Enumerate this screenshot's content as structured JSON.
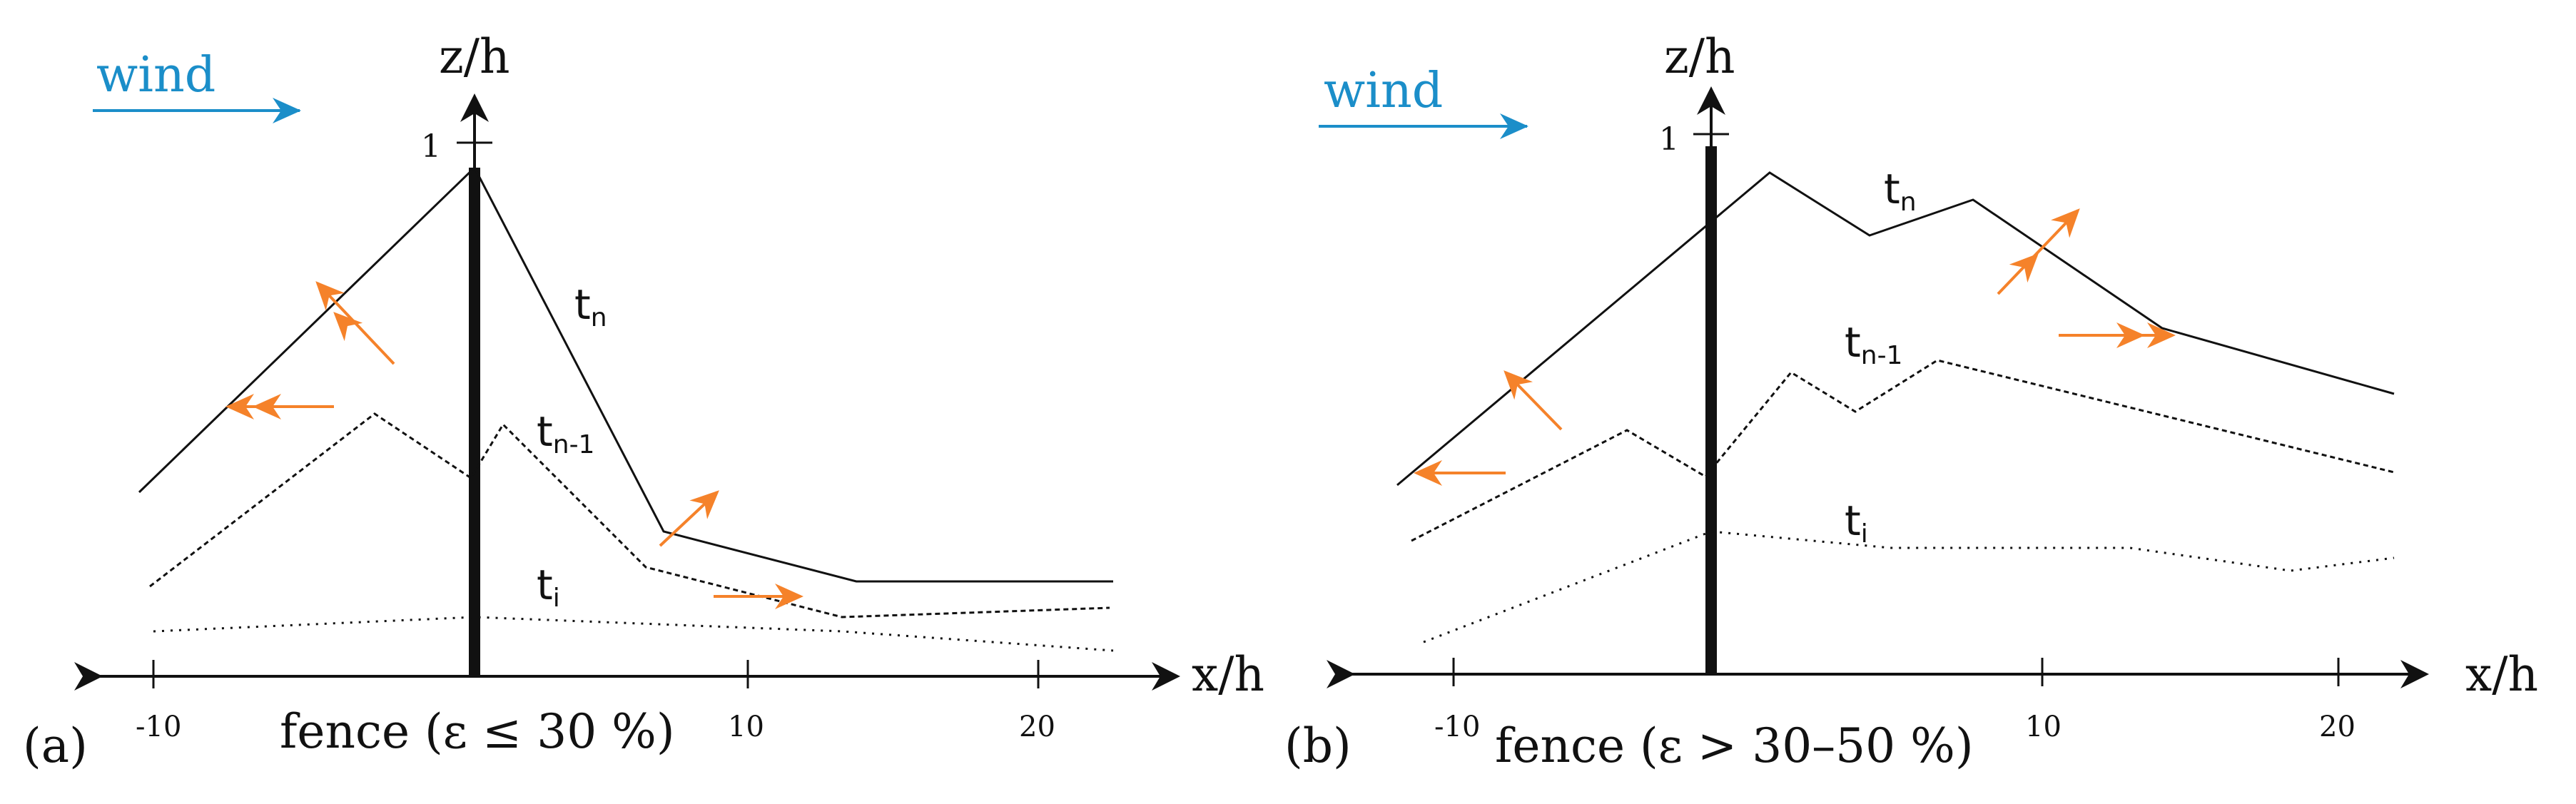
{
  "colors": {
    "wind": "#1b8ec9",
    "arrow": "#f5822a",
    "ink": "#111111"
  },
  "panel_a": {
    "label": "(a)",
    "wind": "wind",
    "y_axis_label": "z/h",
    "x_axis_label": "x/h",
    "y_tick_one": "1",
    "x_ticks": [
      "-10",
      "10",
      "20"
    ],
    "fence_caption": "fence (ε  ≤ 30 %)",
    "curve_labels": {
      "tn_main": "t",
      "tn_sub": "n",
      "tn1_main": "t",
      "tn1_sub": "n-1",
      "ti_main": "t",
      "ti_sub": "i"
    }
  },
  "panel_b": {
    "label": "(b)",
    "wind": "wind",
    "y_axis_label": "z/h",
    "x_axis_label": "x/h",
    "y_tick_one": "1",
    "x_ticks": [
      "-10",
      "10",
      "20"
    ],
    "fence_caption": "fence (ε > 30–50 %)",
    "curve_labels": {
      "tn_main": "t",
      "tn_sub": "n",
      "tn1_main": "t",
      "tn1_sub": "n-1",
      "ti_main": "t",
      "ti_sub": "i"
    }
  }
}
